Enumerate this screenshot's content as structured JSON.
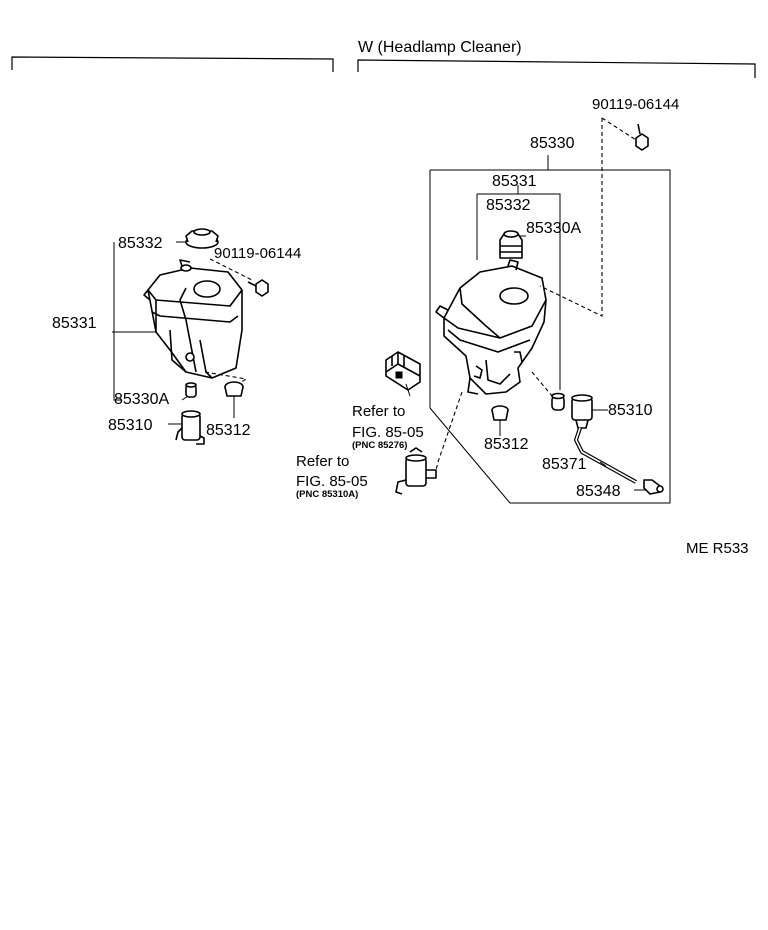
{
  "header": {
    "left_section_title": "",
    "right_section_title": "W (Headlamp Cleaner)"
  },
  "left_group": {
    "labels": {
      "p85332": "85332",
      "p90119": "90119-06144",
      "p85331": "85331",
      "p85330A": "85330A",
      "p85310": "85310",
      "p85312": "85312"
    }
  },
  "right_group": {
    "labels": {
      "p90119": "90119-06144",
      "p85330": "85330",
      "p85331": "85331",
      "p85332": "85332",
      "p85330A": "85330A",
      "p85310": "85310",
      "p85312": "85312",
      "p85371": "85371",
      "p85348": "85348"
    },
    "refs": [
      {
        "line1": "Refer to",
        "line2": "FIG. 85-05",
        "pnc": "(PNC 85276)"
      },
      {
        "line1": "Refer to",
        "line2": "FIG. 85-05",
        "pnc": "(PNC 85310A)"
      }
    ]
  },
  "footer": {
    "code": "ME R533"
  }
}
